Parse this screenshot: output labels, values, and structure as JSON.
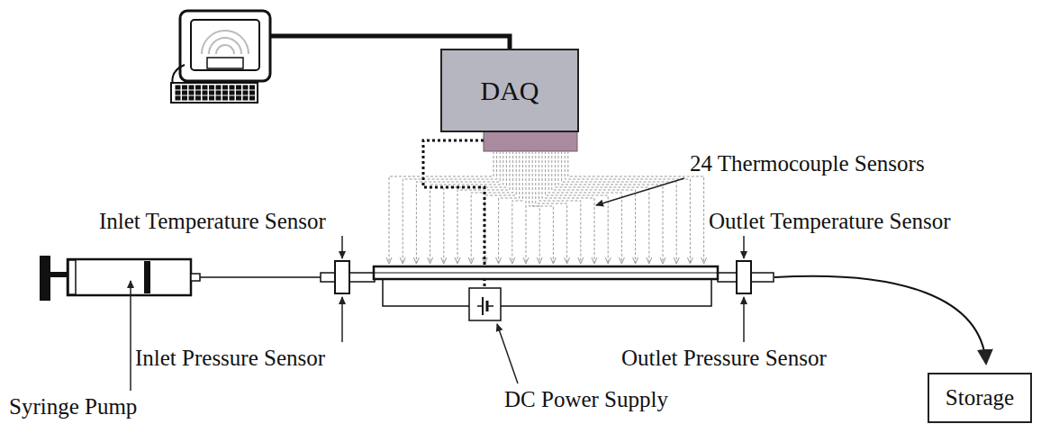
{
  "diagram": {
    "nodes": [
      {
        "text": [
          "DAQ"
        ]
      },
      {
        "text": [
          "Storage"
        ]
      }
    ],
    "labels": [
      "24 Thermocouple Sensors",
      "Inlet Temperature Sensor",
      "Outlet Temperature Sensor",
      "Inlet Pressure Sensor",
      "Outlet Pressure Sensor",
      "DC Power Supply",
      "Syringe Pump"
    ]
  }
}
